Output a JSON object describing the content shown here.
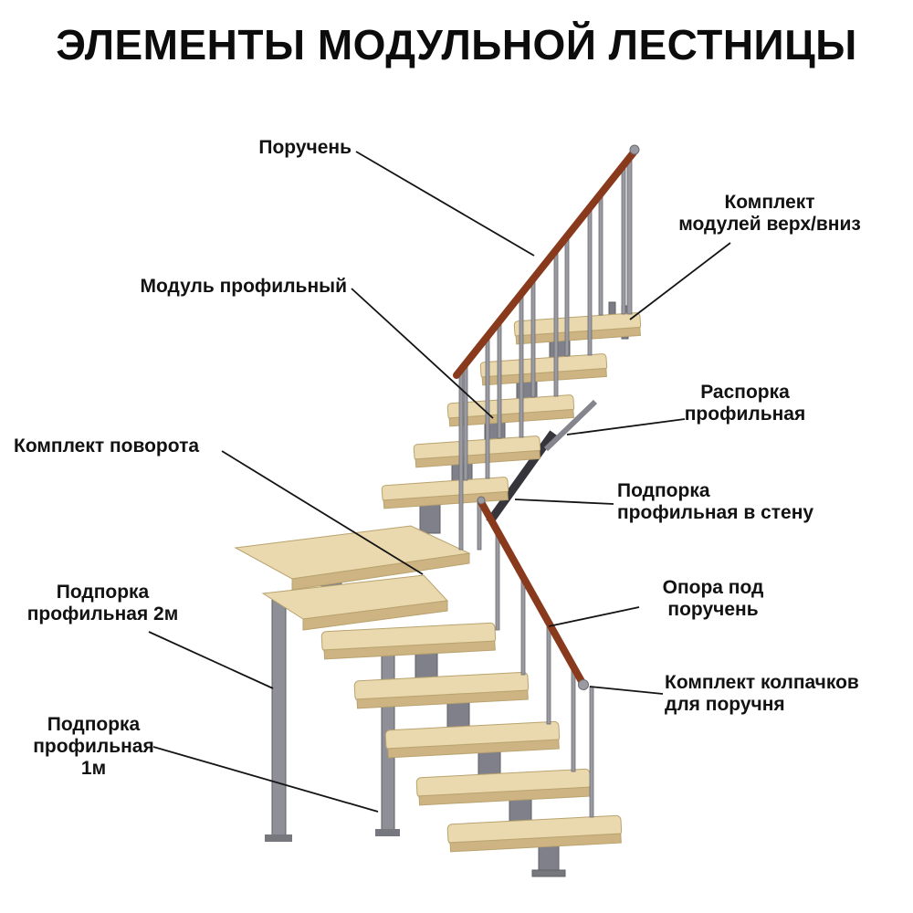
{
  "title": "ЭЛЕМЕНТЫ МОДУЛЬНОЙ ЛЕСТНИЦЫ",
  "labels": {
    "handrail": "Поручень",
    "modules_kit": "Комплект\nмодулей верх/вниз",
    "profile_module": "Модуль профильный",
    "spacer": "Распорка\nпрофильная",
    "turn_kit": "Комплект поворота",
    "wall_support": "Подпорка\nпрофильная в стену",
    "support_2m": "Подпорка\nпрофильная 2м",
    "handrail_support": "Опора под\nпоручень",
    "support_1m": "Подпорка\nпрофильная 1м",
    "caps_kit": "Комплект колпачков\nдля поручня"
  },
  "illustration": {
    "subject": "модульная лестница с поворотом",
    "parts": [
      "поручень",
      "комплект модулей верх/вниз",
      "модуль профильный",
      "распорка профильная",
      "комплект поворота",
      "подпорка профильная в стену",
      "подпорка профильная 2м",
      "опора под поручень",
      "подпорка профильная 1м",
      "комплект колпачков для поручня"
    ]
  },
  "colors": {
    "background": "#ffffff",
    "text": "#111111",
    "leader_line": "#141414",
    "handrail": "#8a3a1c",
    "wood_top": "#ead9ae",
    "wood_edge": "#cdb482",
    "wood_outline": "#b9a36f",
    "metal": "#9a9aa2",
    "metal_mid": "#85858d",
    "metal_dark": "#6b6b72",
    "strut_dark": "#35353b"
  }
}
